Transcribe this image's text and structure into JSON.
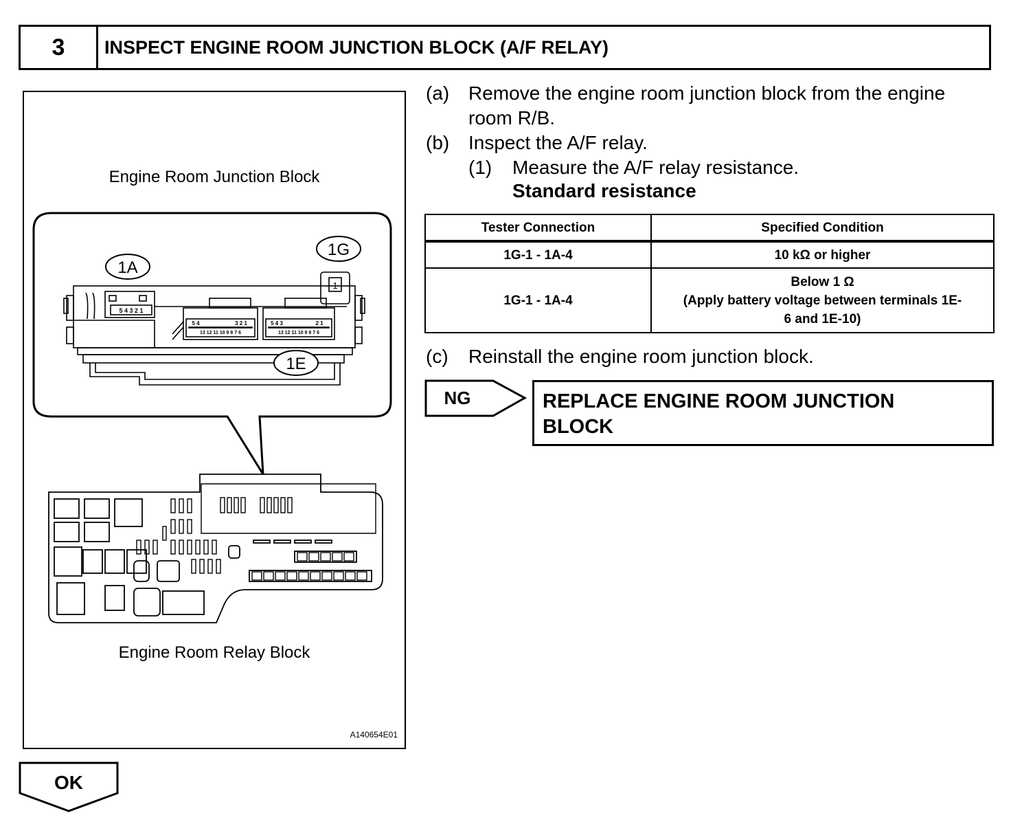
{
  "header": {
    "step_number": "3",
    "title": "INSPECT ENGINE ROOM JUNCTION BLOCK (A/F RELAY)"
  },
  "figure": {
    "caption_top": "Engine Room Junction Block",
    "caption_bottom": "Engine Room Relay Block",
    "figure_code": "A140654E01",
    "connector_labels": {
      "c1A": "1A",
      "c1G": "1G",
      "c1E": "1E",
      "pin1G": "1"
    },
    "pins_1A": "5 4 3 2 1",
    "pins_1E_left_top": "5 4",
    "pins_1E_mid_top": "3 2 1",
    "pins_1E_left_bottom": "13 12 11 10 9 8 7 6",
    "pins_1E_right_top_a": "5 4 3",
    "pins_1E_right_top_b": "2 1",
    "pins_1E_right_bottom": "13 12 11 10 9 8 7 6"
  },
  "instructions": {
    "a_label": "(a)",
    "a_line1": "Remove the engine room junction block from the engine",
    "a_line2": "room R/B.",
    "b_label": "(b)",
    "b_text": "Inspect the A/F relay.",
    "b1_label": "(1)",
    "b1_text": "Measure the A/F relay resistance.",
    "standard_label": "Standard resistance",
    "c_label": "(c)",
    "c_text": "Reinstall the engine room junction block."
  },
  "table": {
    "headers": [
      "Tester Connection",
      "Specified Condition"
    ],
    "rows": [
      {
        "connection": "1G-1 - 1A-4",
        "condition_lines": [
          "10 kΩ or higher"
        ]
      },
      {
        "connection": "1G-1 - 1A-4",
        "condition_lines": [
          "Below 1 Ω",
          "(Apply battery voltage between terminals 1E-",
          "6 and 1E-10)"
        ]
      }
    ]
  },
  "ng": {
    "label": "NG",
    "line1": "REPLACE ENGINE ROOM JUNCTION",
    "line2": "BLOCK"
  },
  "ok": {
    "label": "OK"
  }
}
